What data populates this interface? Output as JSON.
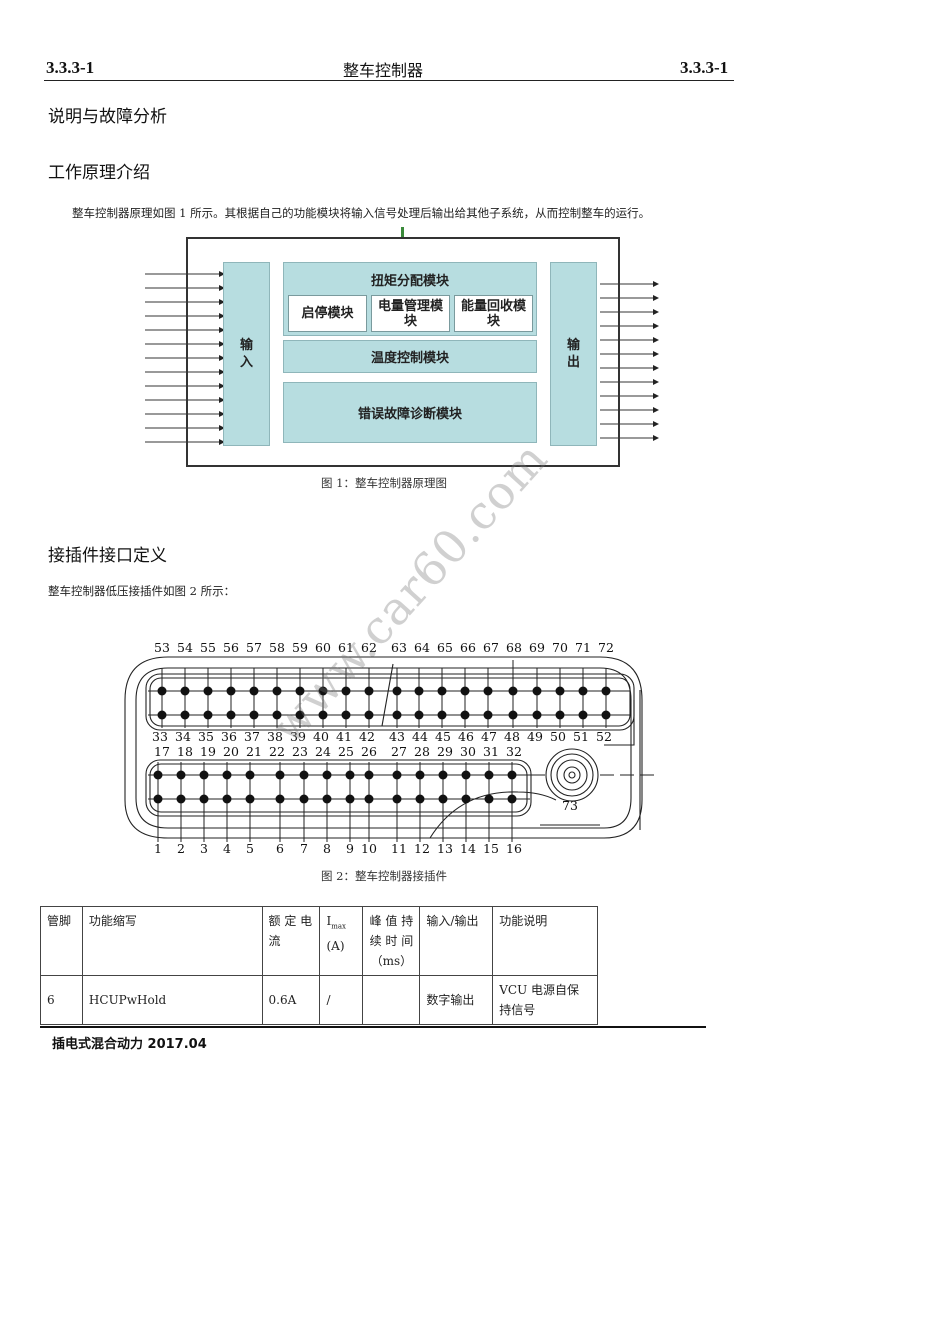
{
  "header": {
    "section_left": "3.3.3-1",
    "title": "整车控制器",
    "section_right": "3.3.3-1"
  },
  "sections": {
    "description_title": "说明与故障分析",
    "principle_title": "工作原理介绍",
    "principle_text": "整车控制器原理如图 1 所示。其根据自己的功能模块将输入信号处理后输出给其他子系统，从而控制整车的运行。",
    "connector_title": "接插件接口定义",
    "connector_text": "整车控制器低压接插件如图 2 所示："
  },
  "figure1": {
    "caption": "图 1：整车控制器原理图",
    "input_label": [
      "输",
      "入"
    ],
    "output_label": [
      "输",
      "出"
    ],
    "torque_module": "扭矩分配模块",
    "submodules": [
      {
        "line1": "启停模块",
        "line2": ""
      },
      {
        "line1": "电量管理模",
        "line2": "块"
      },
      {
        "line1": "能量回收模",
        "line2": "块"
      }
    ],
    "temp_module": "温度控制模块",
    "diag_module": "错误故障诊断模块",
    "input_arrow_count": 13,
    "output_arrow_count": 12,
    "colors": {
      "module_fill": "#b7dde0",
      "frame": "#333333"
    }
  },
  "figure2": {
    "caption": "图 2：整车控制器接插件",
    "top_row_labels": [
      "53",
      "54",
      "55",
      "56",
      "57",
      "58",
      "59",
      "60",
      "61",
      "62",
      "63",
      "64",
      "65",
      "66",
      "67",
      "68",
      "69",
      "70",
      "71",
      "72"
    ],
    "upper_mid_labels": [
      "33",
      "34",
      "35",
      "36",
      "37",
      "38",
      "39",
      "40",
      "41",
      "42",
      "43",
      "44",
      "45",
      "46",
      "47",
      "48",
      "49",
      "50",
      "51",
      "52"
    ],
    "lower_mid_labels": [
      "17",
      "18",
      "19",
      "20",
      "21",
      "22",
      "23",
      "24",
      "25",
      "26",
      "27",
      "28",
      "29",
      "30",
      "31",
      "32"
    ],
    "bottom_labels": [
      "1",
      "2",
      "3",
      "4",
      "5",
      "6",
      "7",
      "8",
      "9",
      "10",
      "11",
      "12",
      "13",
      "14",
      "15",
      "16"
    ],
    "coax_label": "73"
  },
  "table": {
    "headers": {
      "pin": "管脚",
      "function_abbr": "功能缩写",
      "rated_current_l1": "额 定 电",
      "rated_current_l2": "流",
      "imax_main": "I",
      "imax_sub": "max",
      "imax_unit": "(A)",
      "peak_time_l1": "峰 值 持",
      "peak_time_l2": "续 时 间",
      "peak_time_l3": "（ms）",
      "io": "输入/输出",
      "description": "功能说明"
    },
    "rows": [
      {
        "pin": "6",
        "function_abbr": "HCUPwHold",
        "rated_current": "0.6A",
        "imax": "/",
        "peak_time": "",
        "io": "数字输出",
        "description_l1": "VCU  电源自保",
        "description_l2": "持信号"
      }
    ]
  },
  "footer": {
    "text": "插电式混合动力  2017.04"
  },
  "watermark": "www.car60.com"
}
